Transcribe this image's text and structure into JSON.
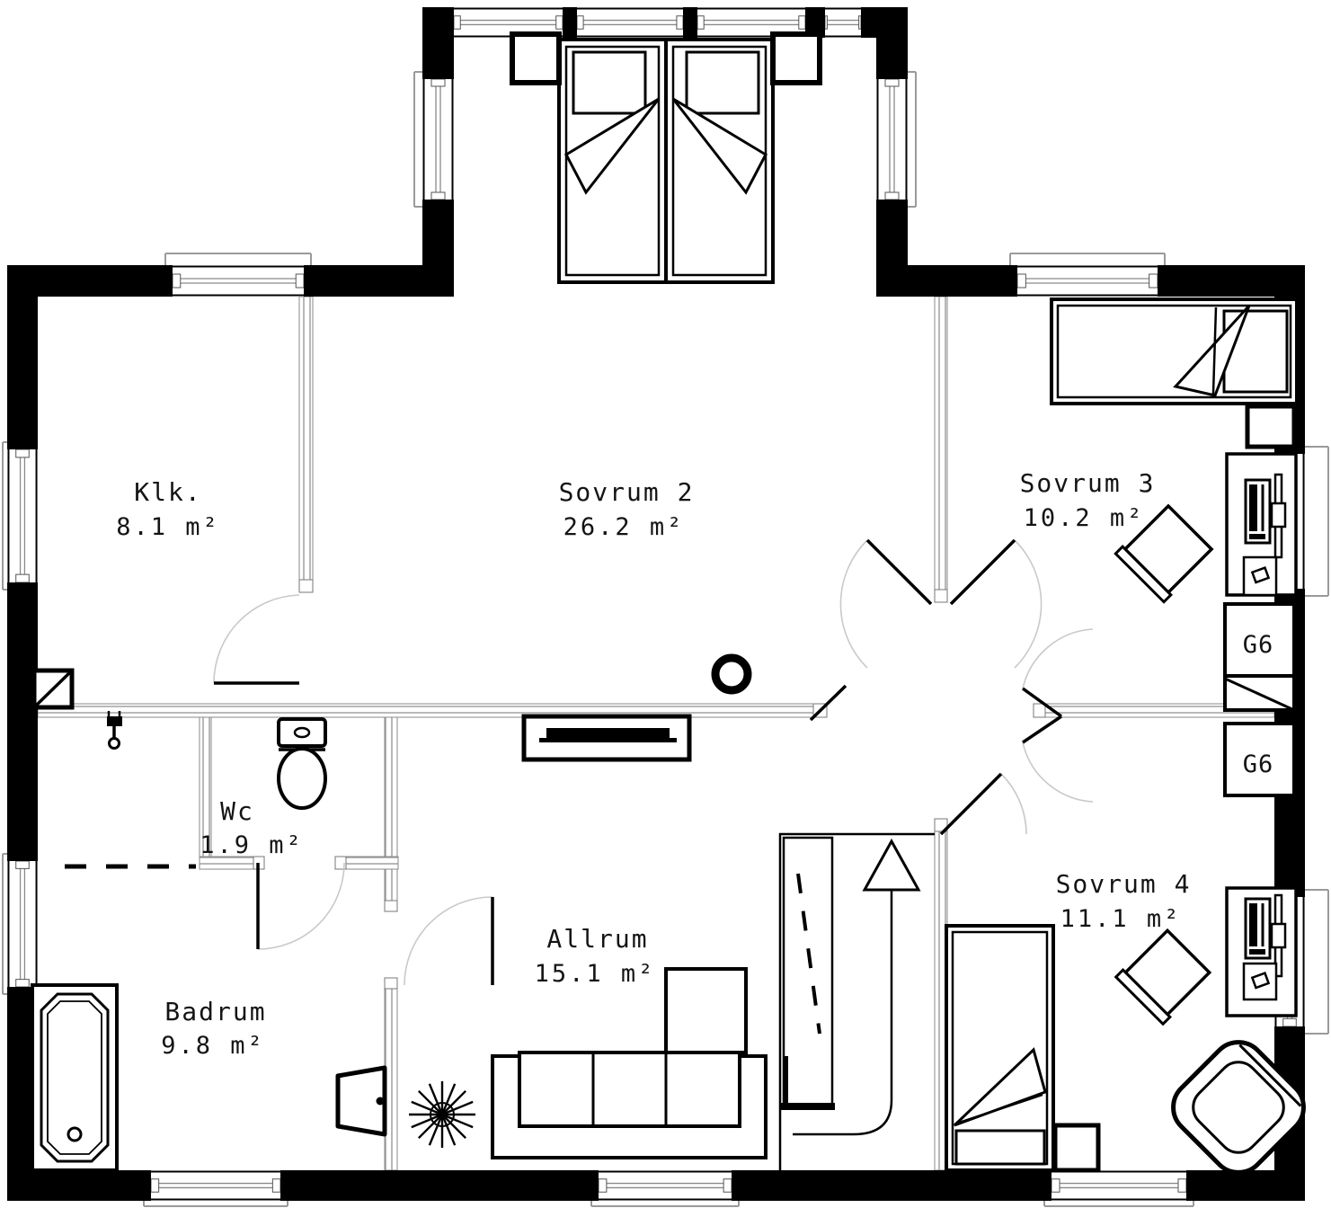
{
  "rooms": {
    "klk": {
      "name": "Klk.",
      "area": "8.1 m²"
    },
    "sovrum2": {
      "name": "Sovrum 2",
      "area": "26.2 m²"
    },
    "sovrum3": {
      "name": "Sovrum 3",
      "area": "10.2 m²"
    },
    "wc": {
      "name": "Wc",
      "area": "1.9 m²"
    },
    "badrum": {
      "name": "Badrum",
      "area": "9.8 m²"
    },
    "allrum": {
      "name": "Allrum",
      "area": "15.1 m²"
    },
    "sovrum4": {
      "name": "Sovrum 4",
      "area": "11.1 m²"
    }
  },
  "wardrobes": {
    "g6_upper": {
      "label": "G6"
    },
    "g6_lower": {
      "label": "G6"
    }
  },
  "colors": {
    "wall": "#000000",
    "interior_wall_hatch": "#999999",
    "door_arc": "#cccccc",
    "line": "#000000",
    "background": "#ffffff"
  },
  "furniture_inventory": [
    "double-bed",
    "nightstand",
    "single-bed",
    "desk",
    "desk-chair",
    "wardrobe-g6",
    "shoe-cabinet",
    "armchair",
    "sofa",
    "chaise",
    "tv-bench",
    "stool",
    "bathtub",
    "toilet",
    "sink",
    "plant",
    "staircase",
    "stair-direction-arrow"
  ]
}
